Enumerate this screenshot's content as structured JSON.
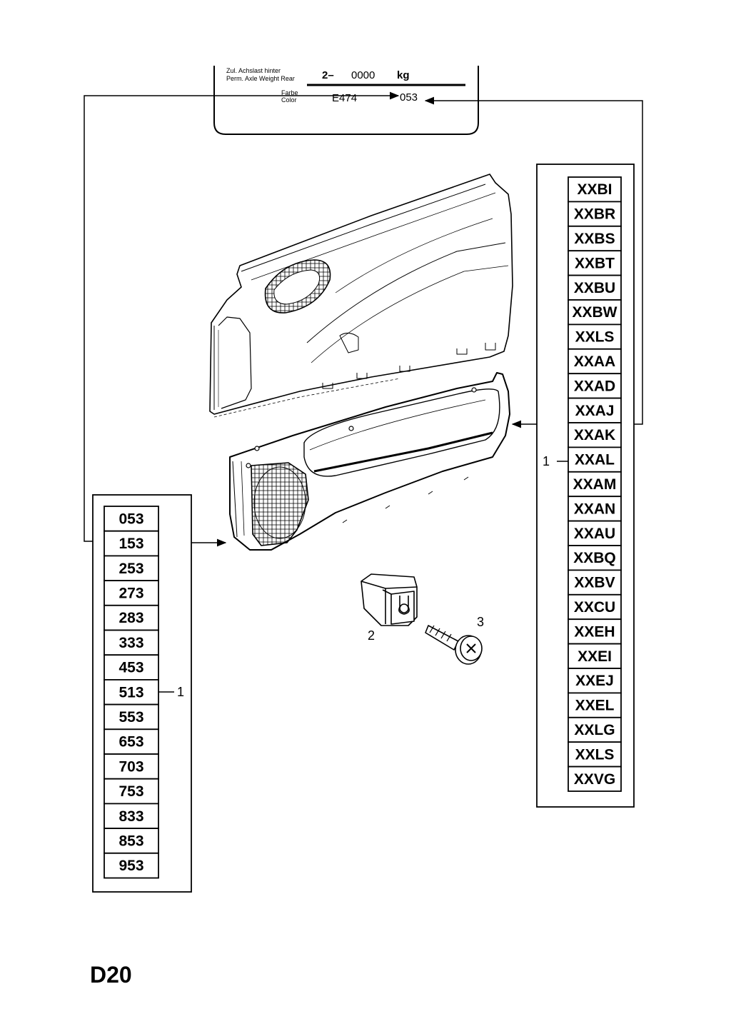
{
  "label_plate": {
    "axle_label_de": "Zul. Achslast hinter",
    "axle_label_en": "Perm. Axle Weight Rear",
    "axle_prefix": "2–",
    "axle_value": "0000",
    "axle_unit": "kg",
    "color_label_de": "Farbe",
    "color_label_en": "Color",
    "color_old": "E474",
    "color_code": "053"
  },
  "left_table": {
    "callout": "1",
    "codes": [
      "053",
      "153",
      "253",
      "273",
      "283",
      "333",
      "453",
      "513",
      "553",
      "653",
      "703",
      "753",
      "833",
      "853",
      "953"
    ]
  },
  "right_table": {
    "callout": "1",
    "codes": [
      "XXBI",
      "XXBR",
      "XXBS",
      "XXBT",
      "XXBU",
      "XXBW",
      "XXLS",
      "XXAA",
      "XXAD",
      "XXAJ",
      "XXAK",
      "XXAL",
      "XXAM",
      "XXAN",
      "XXAU",
      "XXBQ",
      "XXBV",
      "XXCU",
      "XXEH",
      "XXEI",
      "XXEJ",
      "XXEL",
      "XXLG",
      "XXLS",
      "XXVG"
    ]
  },
  "callouts": {
    "clip": "2",
    "screw": "3"
  },
  "page_id": "D20"
}
